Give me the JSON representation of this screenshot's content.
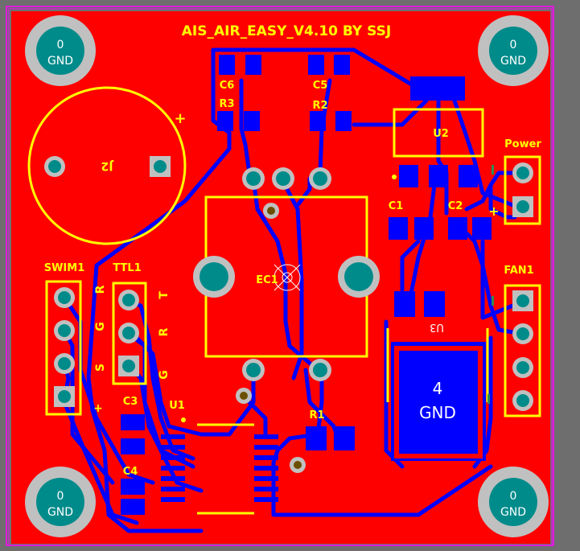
{
  "board": {
    "title": "AIS_AIR_EASY_V4.10   BY SSJ",
    "colors": {
      "background": "#6e6e6e",
      "outline": "#ff00ff",
      "copper_top": "#ff0000",
      "copper_bottom": "#0000ff",
      "silkscreen": "#ffff00",
      "pad_via": "#008b8b",
      "pad_ring": "#c0c0c0"
    }
  },
  "mount_holes": {
    "top": "0",
    "bottom": "GND"
  },
  "labels": {
    "c6": "C6",
    "c5": "C5",
    "r3": "R3",
    "r2": "R2",
    "u2": "U2",
    "c1": "C1",
    "c2": "C2",
    "power": "Power",
    "power_plus": "+",
    "j2": "J2",
    "j2_plus": "+",
    "swim1": "SWIM1",
    "ttl1": "TTL1",
    "swim_r": "R",
    "swim_g": "G",
    "swim_s": "S",
    "swim_plus": "+",
    "ttl_t": "T",
    "ttl_r": "R",
    "ttl_g": "G",
    "ec1": "EC1",
    "fan1": "FAN1",
    "u3": "U3",
    "u3_pad_num": "4",
    "u3_pad_net": "GND",
    "r1": "R1",
    "c3": "C3",
    "c4": "C4",
    "u1": "U1"
  }
}
